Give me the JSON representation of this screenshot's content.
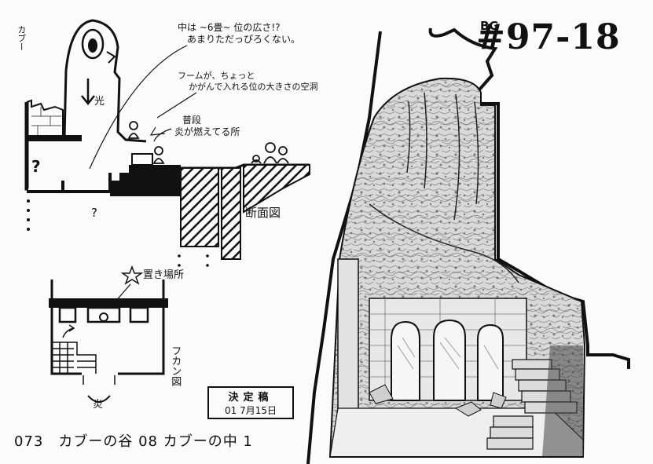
{
  "header": {
    "bg_prefix": "BG",
    "bg_code": "#97-18"
  },
  "notes": {
    "kabuu": "カブー",
    "hikari": "光",
    "question_1": "?",
    "question_2": "?",
    "interior_line1": "中は ~6畳~ 位の広さ!?",
    "interior_line2": "あまりただっぴろくない。",
    "cave_line1": "フームが、ちょっと",
    "cave_line2": "かがんで入れる位の大きさの空洞",
    "usual_line1": "普段",
    "usual_line2": "炎が燃えてる所",
    "danmenzu": "断面図",
    "okiba": "置き場所",
    "fukanzu": "フカン図",
    "honoo": "炎"
  },
  "stamp": {
    "title": "決定稿",
    "date": "01 7月15日"
  },
  "caption": "073　カブーの谷 08 カブーの中 1"
}
